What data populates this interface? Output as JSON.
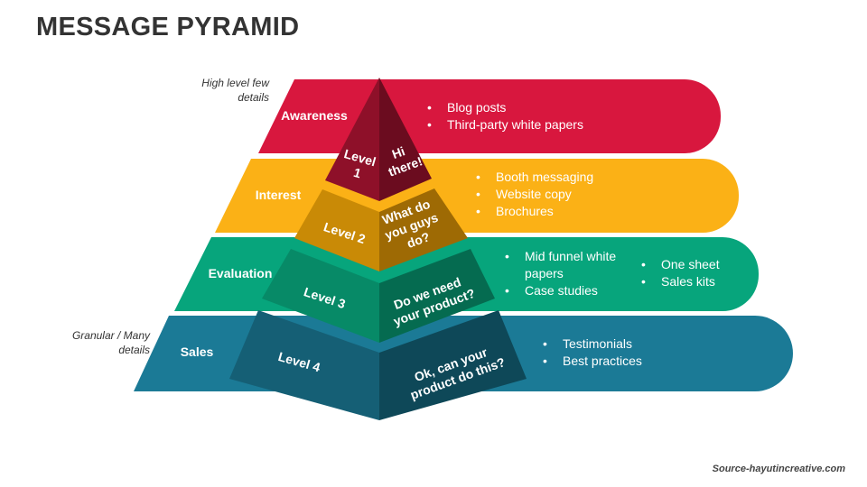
{
  "title": "MESSAGE PYRAMID",
  "notes": {
    "top": "High level few details",
    "bottom": "Granular / Many details"
  },
  "source": "Source-hayutincreative.com",
  "tiers": [
    {
      "name": "Awareness",
      "level_label": "Level 1",
      "question": "Hi there!",
      "bullets": [
        "Blog posts",
        "Third-party white papers"
      ],
      "color": "#d8173e"
    },
    {
      "name": "Interest",
      "level_label": "Level 2",
      "question": "What do you guys do?",
      "bullets": [
        "Booth messaging",
        "Website copy",
        "Brochures"
      ],
      "color": "#fbb116"
    },
    {
      "name": "Evaluation",
      "level_label": "Level 3",
      "question": "Do we need your product?",
      "bullets": [
        "Mid funnel white papers",
        "Case studies"
      ],
      "bullets_right": [
        "One sheet",
        "Sales kits"
      ],
      "color": "#07a57c"
    },
    {
      "name": "Sales",
      "level_label": "Level 4",
      "question": "Ok, can your product do this?",
      "bullets": [
        "Testimonials",
        "Best practices"
      ],
      "color": "#1b7a96"
    }
  ]
}
